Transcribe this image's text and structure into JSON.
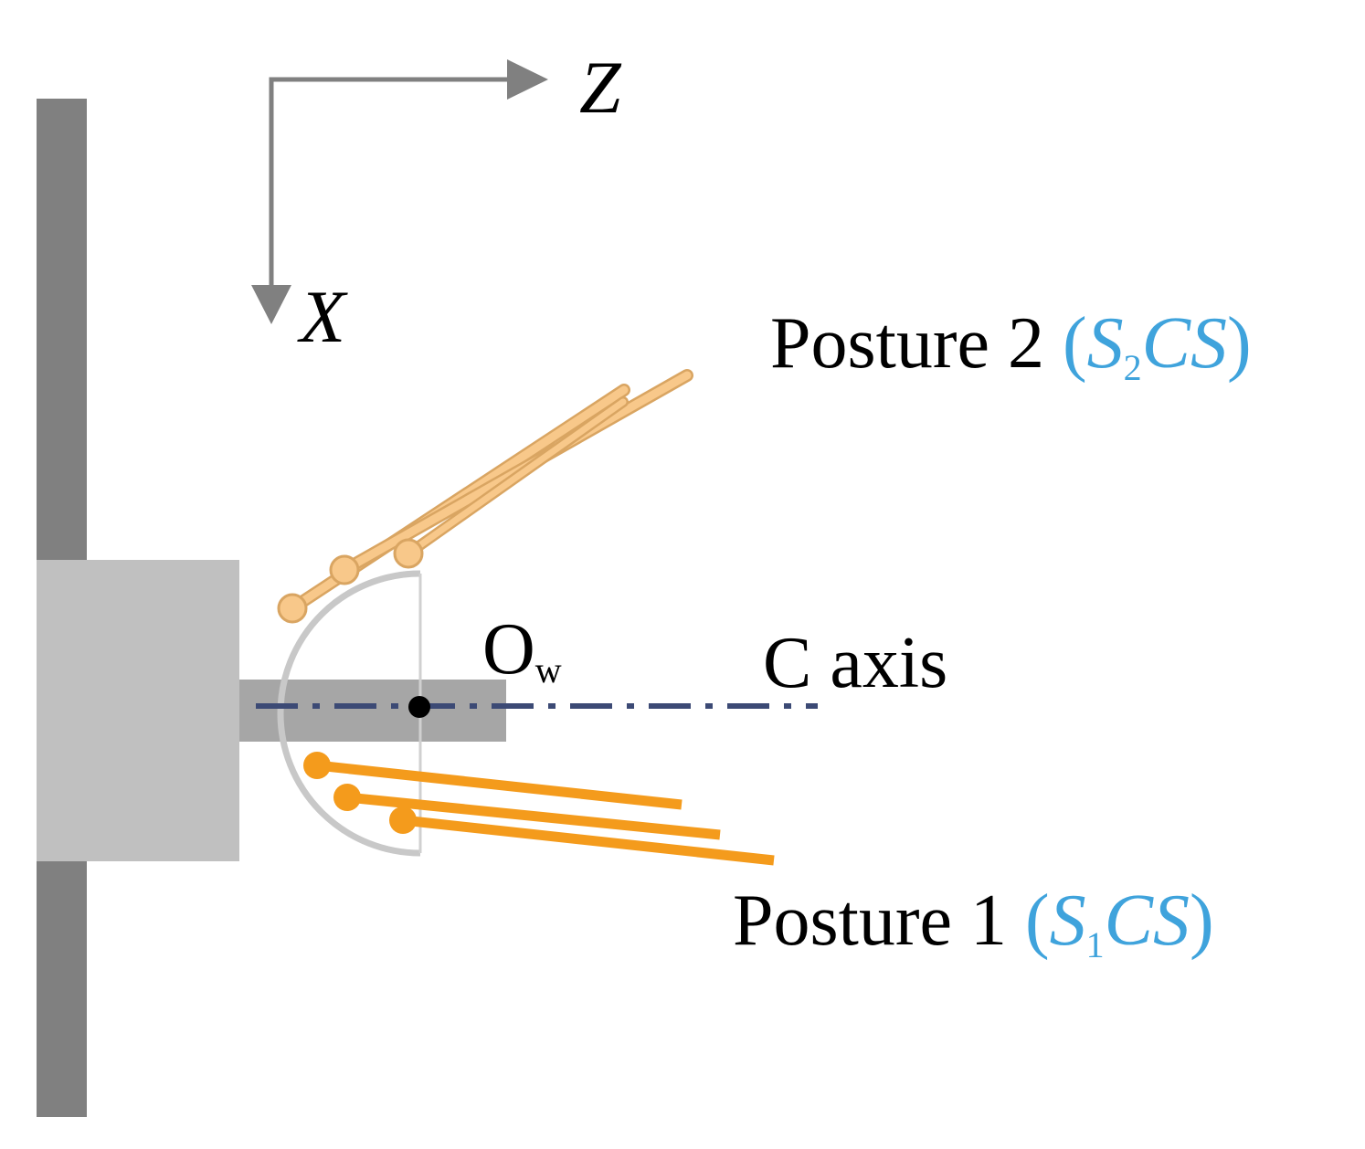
{
  "diagram": {
    "axes": {
      "z_label": "Z",
      "x_label": "X"
    },
    "origin": {
      "label": "O",
      "subscript": "w"
    },
    "c_axis": {
      "label": "C axis"
    },
    "posture2": {
      "prefix": "Posture 2 ",
      "open": "(",
      "s": "S",
      "sub": "2",
      "cs": "CS",
      "close": ")"
    },
    "posture1": {
      "prefix": "Posture 1 ",
      "open": "(",
      "s": "S",
      "sub": "1",
      "cs": "CS",
      "close": ")"
    },
    "colors": {
      "wall": "#808080",
      "fixture": "#c0c0c0",
      "spindle": "#a6a6a6",
      "axis_line": "#3c4a75",
      "arc": "#c8c8c8",
      "posture2_stylus": "#f8c88a",
      "posture1_stylus": "#f49b1c",
      "label_blue": "#3fa3dc"
    }
  }
}
